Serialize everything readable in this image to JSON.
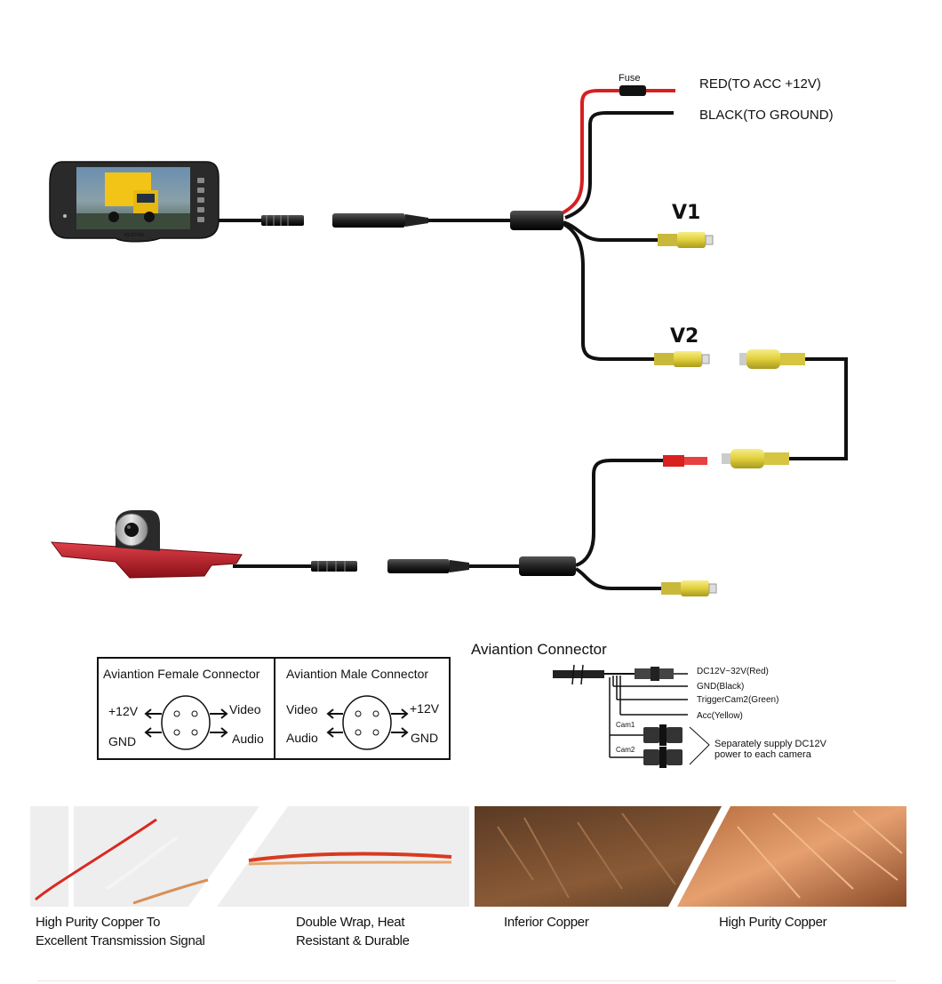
{
  "wiring": {
    "fuse_label": "Fuse",
    "red_wire_label": "RED(TO ACC +12V)",
    "black_wire_label": "BLACK(TO GROUND)",
    "v1_label": "V1",
    "v2_label": "V2",
    "monitor_brand": "KESITOR"
  },
  "pinout": {
    "female": {
      "title": "Aviantion Female Connector",
      "left_top": "+12V",
      "left_bottom": "GND",
      "right_top": "Video",
      "right_bottom": "Audio"
    },
    "male": {
      "title": "Aviantion Male Connector",
      "left_top": "Video",
      "left_bottom": "Audio",
      "right_top": "+12V",
      "right_bottom": "GND"
    }
  },
  "aviation_connector": {
    "title": "Aviantion Connector",
    "lines": [
      "DC12V~32V(Red)",
      "GND(Black)",
      "TriggerCam2(Green)",
      "Acc(Yellow)"
    ],
    "cam1": "Cam1",
    "cam2": "Cam2",
    "note_line1": "Separately supply DC12V",
    "note_line2": "power to each camera"
  },
  "copper_panels": {
    "label1": "High Purity Copper To\nExcellent Transmission Signal",
    "label2": "Double Wrap,  Heat\nResistant & Durable",
    "label3": "Inferior Copper",
    "label4": "High Purity Copper"
  },
  "colors": {
    "wire_black": "#111111",
    "wire_red": "#d81f1f",
    "rca_yellow": "#e8d94a",
    "brake_light_red": "#c0232b",
    "copper": "#d08a55"
  }
}
